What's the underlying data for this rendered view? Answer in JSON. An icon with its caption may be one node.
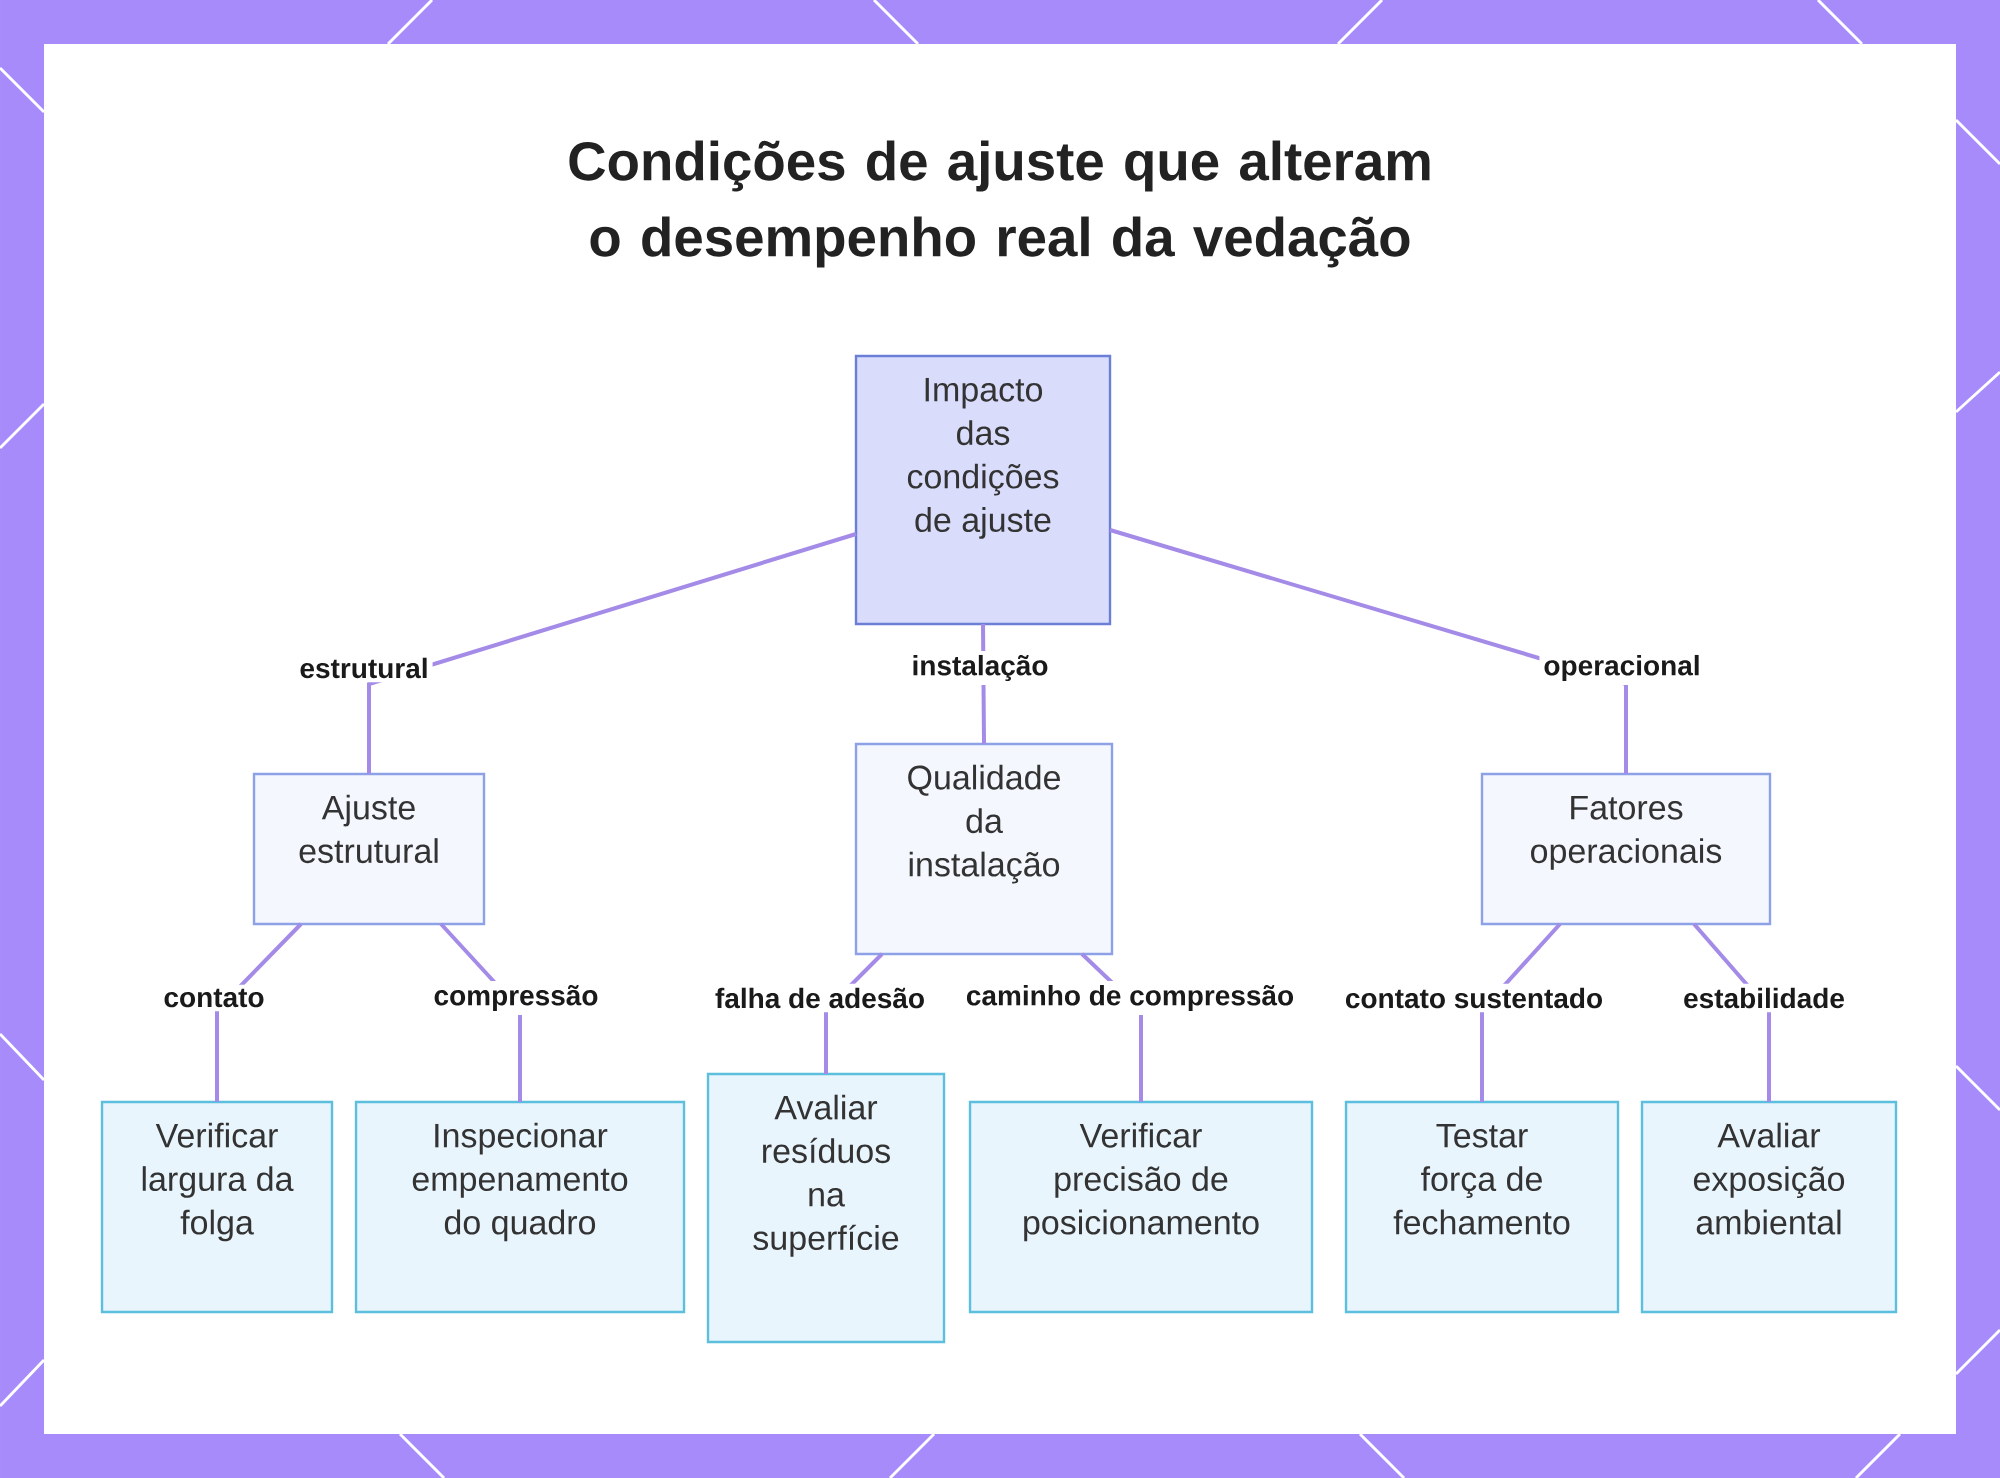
{
  "diagram": {
    "title": "Condições de ajuste que alteram o desempenho real da vedação",
    "nodes": [
      {
        "text": [
          "Impacto das condições de ajuste"
        ]
      },
      {
        "text": [
          "Ajuste estrutural"
        ]
      },
      {
        "text": [
          "Qualidade da instalação"
        ]
      },
      {
        "text": [
          "Fatores operacionais"
        ]
      },
      {
        "text": [
          "Verificar largura da folga"
        ]
      },
      {
        "text": [
          "Inspecionar empenamento do quadro"
        ]
      },
      {
        "text": [
          "Avaliar resíduos na superfície"
        ]
      },
      {
        "text": [
          "Verificar precisão de posicionamento"
        ]
      },
      {
        "text": [
          "Testar força de fechamento"
        ]
      },
      {
        "text": [
          "Avaliar exposição ambiental"
        ]
      }
    ],
    "edges": [
      {
        "from": 0,
        "to": 1,
        "arrow": "none",
        "label": "estrutural"
      },
      {
        "from": 0,
        "to": 2,
        "arrow": "none",
        "label": "instalação"
      },
      {
        "from": 0,
        "to": 3,
        "arrow": "none",
        "label": "operacional"
      },
      {
        "from": 1,
        "to": 4,
        "arrow": "none",
        "label": "contato"
      },
      {
        "from": 1,
        "to": 5,
        "arrow": "none",
        "label": "compressão"
      },
      {
        "from": 2,
        "to": 6,
        "arrow": "none",
        "label": "falha de adesão"
      },
      {
        "from": 2,
        "to": 7,
        "arrow": "none",
        "label": "caminho de compressão"
      },
      {
        "from": 3,
        "to": 8,
        "arrow": "none",
        "label": "contato sustentado"
      },
      {
        "from": 3,
        "to": 9,
        "arrow": "none",
        "label": "estabilidade"
      }
    ]
  }
}
